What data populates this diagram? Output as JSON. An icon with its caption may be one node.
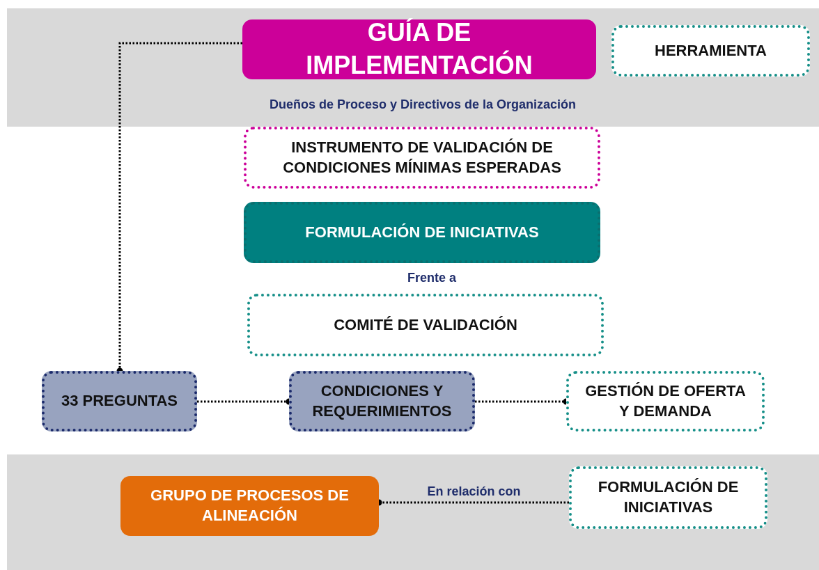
{
  "diagram": {
    "nodes": [
      {
        "text": [
          "GUÍA DE IMPLEMENTACIÓN"
        ]
      },
      {
        "text": [
          "HERRAMIENTA"
        ]
      },
      {
        "text": [
          "INSTRUMENTO DE VALIDACIÓN DE CONDICIONES MÍNIMAS ESPERADAS"
        ]
      },
      {
        "text": [
          "FORMULACIÓN DE INICIATIVAS"
        ]
      },
      {
        "text": [
          "COMITÉ DE VALIDACIÓN"
        ]
      },
      {
        "text": [
          "33 PREGUNTAS"
        ]
      },
      {
        "text": [
          "CONDICIONES Y REQUERIMIENTOS"
        ]
      },
      {
        "text": [
          "GESTIÓN DE OFERTA Y DEMANDA"
        ]
      },
      {
        "text": [
          "GRUPO DE PROCESOS DE ALINEACIÓN"
        ]
      },
      {
        "text": [
          "FORMULACIÓN DE INICIATIVAS"
        ]
      }
    ],
    "edges": [
      {
        "from": 0,
        "to": 5,
        "arrow": "other"
      },
      {
        "from": 5,
        "to": 6,
        "arrow": "other"
      },
      {
        "from": 6,
        "to": 7,
        "arrow": "other"
      },
      {
        "from": 9,
        "to": 8,
        "label": "En relación con",
        "arrow": "other"
      }
    ],
    "labels": [
      "Dueños de Proceso y Directivos de la Organización",
      "Frente a"
    ]
  }
}
